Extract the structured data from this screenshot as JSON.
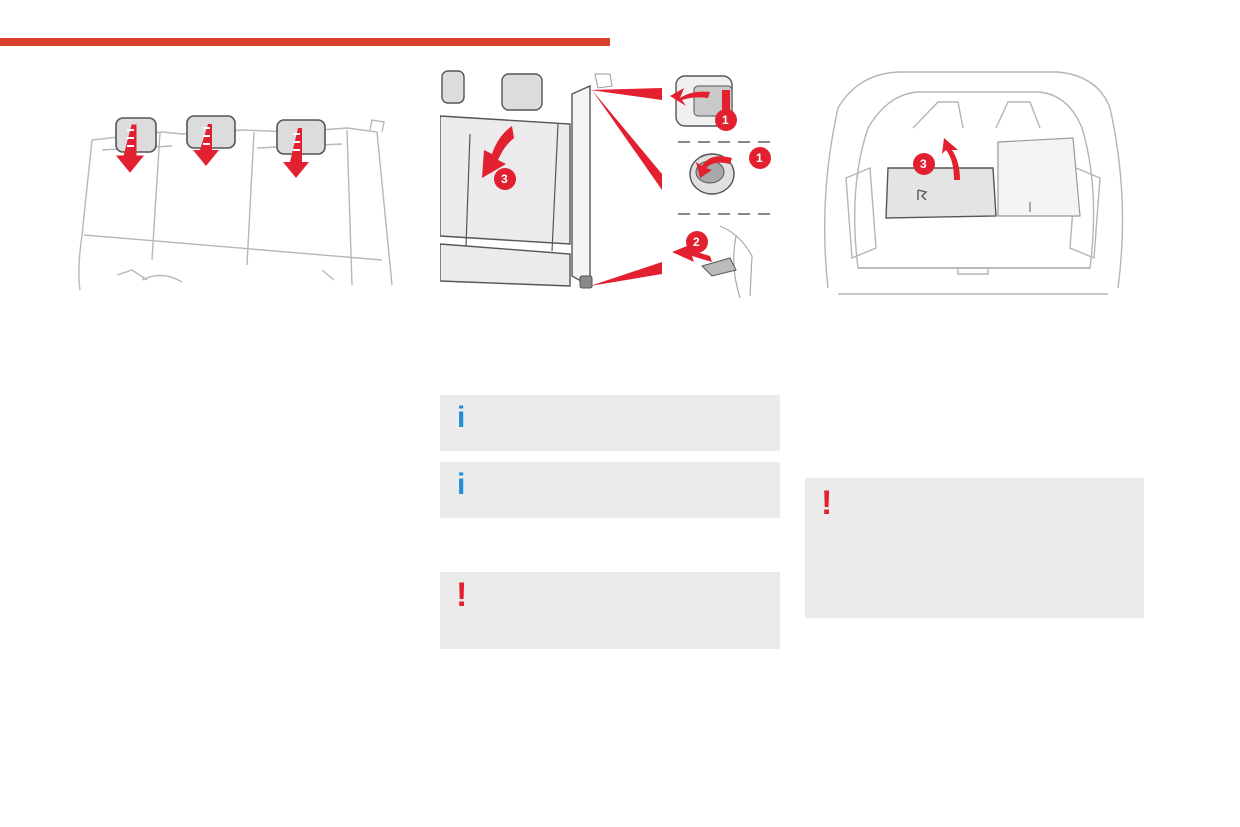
{
  "page": {
    "accent_color": "#d9412d",
    "info_color": "#1e8fd8",
    "warning_color": "#e3202f"
  },
  "illustrations": {
    "headrests": {
      "icon": "rear-headrests-lowering-illustration"
    },
    "fold_backrest": {
      "icon": "rear-backrest-folding-illustration",
      "steps": [
        "3",
        "1",
        "1",
        "2"
      ]
    },
    "boot": {
      "icon": "boot-folded-seat-illustration",
      "steps": [
        "3"
      ]
    }
  },
  "notes": {
    "info1": {
      "icon": "info-icon",
      "glyph": "i"
    },
    "info2": {
      "icon": "info-icon",
      "glyph": "i"
    },
    "warning1": {
      "icon": "warning-icon",
      "glyph": "!"
    },
    "warning2": {
      "icon": "warning-icon",
      "glyph": "!"
    }
  }
}
